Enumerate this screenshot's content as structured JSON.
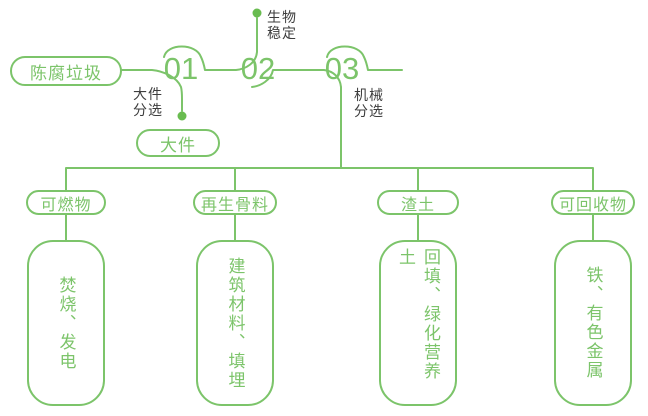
{
  "palette": {
    "green": "#7CC46A",
    "dot_green": "#69BC50",
    "label_dark": "#3D3D3D"
  },
  "root_node": {
    "label": "陈腐垃圾"
  },
  "steps": [
    {
      "num": "01",
      "label": "大件\n分选",
      "output": "大件"
    },
    {
      "num": "02",
      "label": "生物\n稳定"
    },
    {
      "num": "03",
      "label": "机械\n分选"
    }
  ],
  "branches": [
    {
      "label": "可燃物",
      "detail": "焚烧、发电"
    },
    {
      "label": "再生骨料",
      "detail": "建筑材料、填埋"
    },
    {
      "label": "渣土",
      "detail": "回填、绿化营养土"
    },
    {
      "label": "可回收物",
      "detail": "铁、有色金属"
    }
  ]
}
